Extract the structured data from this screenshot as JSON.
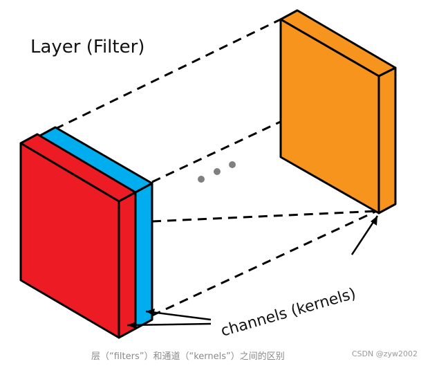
{
  "title": "Layer (Filter)",
  "channels_label": "channels (kernels)",
  "caption": "层（“filters”）和通道（“kernels”）之间的区别",
  "credit": "CSDN @zyw2002",
  "colors": {
    "red_block": "#ed1c24",
    "blue_block": "#00aeef",
    "orange_block": "#f7941d",
    "stroke": "#000000",
    "ellipsis_dots": "#808080",
    "caption_text": "#8a8a8a"
  },
  "icons": [
    "ellipsis-dots",
    "arrow"
  ]
}
